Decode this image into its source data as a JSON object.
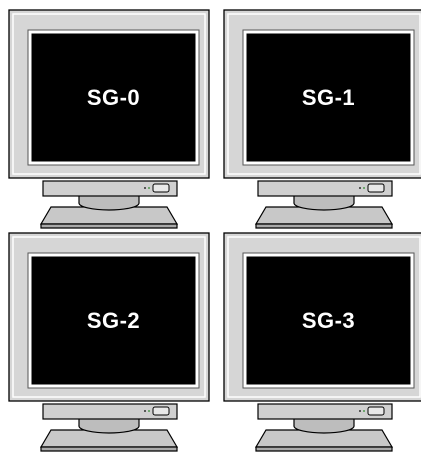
{
  "monitors": [
    {
      "label": "SG-0"
    },
    {
      "label": "SG-1"
    },
    {
      "label": "SG-2"
    },
    {
      "label": "SG-3"
    }
  ]
}
